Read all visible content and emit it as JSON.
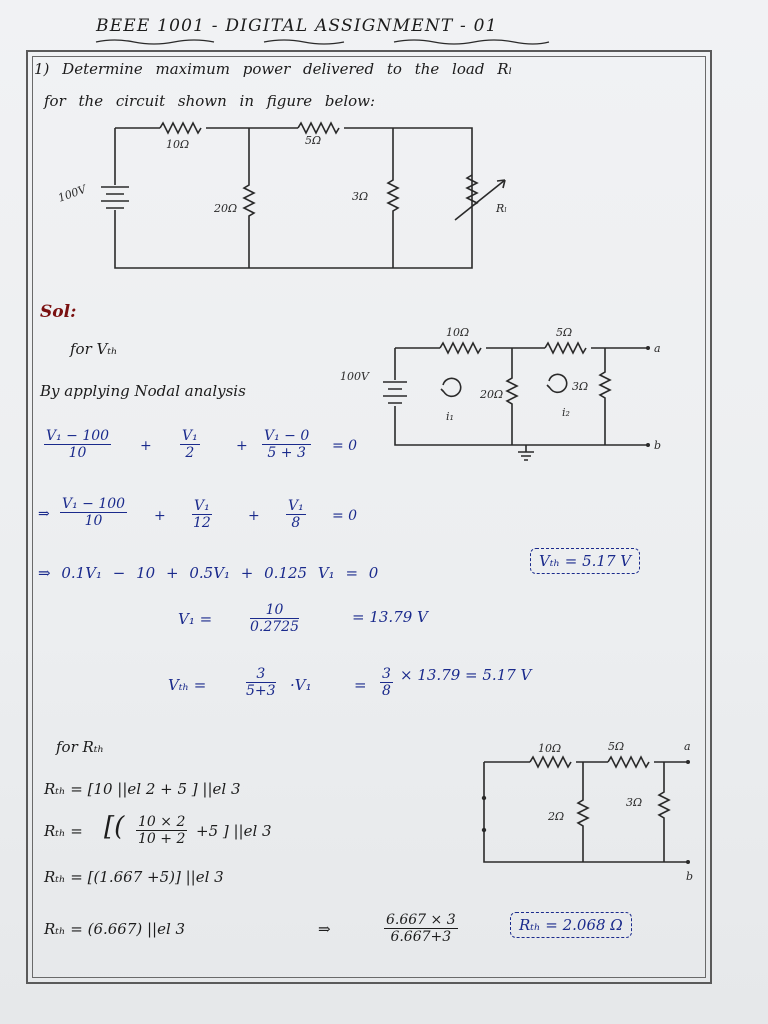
{
  "header": {
    "title": "BEEE 1001 - DIGITAL ASSIGNMENT - 01"
  },
  "question": {
    "line1": "1) Determine maximum power delivered to the load Rₗ",
    "line2": "for the circuit shown in figure below:"
  },
  "circuit_main": {
    "source": "100V",
    "r_series1": "10Ω",
    "r_series2": "5Ω",
    "r_shunt1": "20Ω",
    "r_shunt2": "3Ω",
    "load": "Rₗ"
  },
  "solution": {
    "heading": "Sol:",
    "vth_heading": "for Vₜₕ",
    "nodal": "By applying Nodal analysis",
    "eq1": {
      "t1_num": "V₁ − 100",
      "t1_den": "10",
      "t2_num": "V₁",
      "t2_den": "2",
      "t3_num": "V₁ − 0",
      "t3_den": "5 + 3",
      "rhs": "= 0"
    },
    "eq2": {
      "prefix": "⇒",
      "t1_num": "V₁ − 100",
      "t1_den": "10",
      "t2_num": "V₁",
      "t2_den": "12",
      "t3_num": "V₁",
      "t3_den": "8",
      "rhs": "= 0"
    },
    "eq3": "⇒ 0.1V₁ − 10 + 0.5V₁ + 0.125 V₁ = 0",
    "vth_box": "Vₜₕ = 5.17 V",
    "v1_lhs": "V₁ =",
    "v1_num": "10",
    "v1_den": "0.2725",
    "v1_result": "= 13.79 V",
    "vth_lhs": "Vₜₕ =",
    "vth_num": "3",
    "vth_den": "5+3",
    "vth_mid": "·V₁",
    "vth_eq": "=",
    "vth_n2": "3",
    "vth_d2": "8",
    "vth_tail": "× 13.79 = 5.17 V",
    "circuit_vth": {
      "r1": "10Ω",
      "r2": "5Ω",
      "source": "100V",
      "r3": "20Ω",
      "r4": "3Ω",
      "node_a": "a",
      "node_b": "b",
      "i1": "i₁",
      "i2": "i₂"
    },
    "rth_heading": "for Rₜₕ",
    "rth1": "Rₜₕ = [10 ||el 2 + 5 ] ||el 3",
    "rth2_lhs": "Rₜₕ =",
    "rth2_num": "10 × 2",
    "rth2_den": "10 + 2",
    "rth2_tail": "+5 ] ||el 3",
    "rth3": "Rₜₕ = [(1.667 +5)] ||el 3",
    "rth4": "Rₜₕ = (6.667) ||el 3",
    "arrow": "⇒",
    "rth_num": "6.667 × 3",
    "rth_den": "6.667+3",
    "rth_box": "Rₜₕ = 2.068 Ω",
    "circuit_rth": {
      "r1": "10Ω",
      "r2": "5Ω",
      "r3": "2Ω",
      "r4": "3Ω",
      "node_a": "a",
      "node_b": "b"
    }
  }
}
